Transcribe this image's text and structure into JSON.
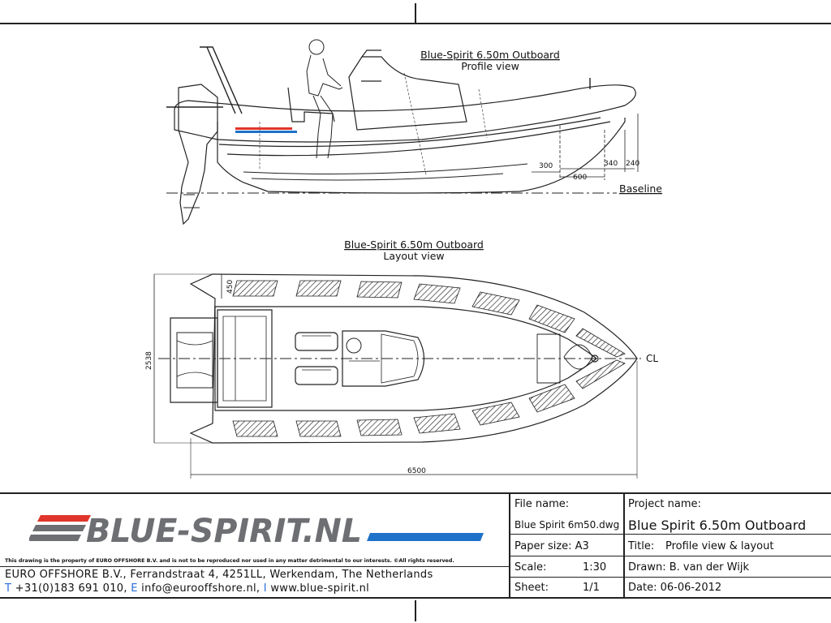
{
  "profile": {
    "title": "Blue-Spirit 6.50m Outboard",
    "subtitle": "Profile view",
    "baseline_label": "Baseline",
    "dims": [
      "300",
      "600",
      "340",
      "240"
    ]
  },
  "layout": {
    "title": "Blue-Spirit 6.50m Outboard",
    "subtitle": "Layout view",
    "cl_label": "CL",
    "dim_width": "2538",
    "dim_length": "6500",
    "dim_tube": "450"
  },
  "titleblock": {
    "logo_text": "BLUE-SPIRIT.NL",
    "disclaimer": "This drawing is the property of EURO OFFSHORE B.V. and is not to be reproduced nor used in any matter detrimental to our interests. ©All rights reserved.",
    "company": "EURO OFFSHORE B.V., Ferrandstraat 4, 4251LL, Werkendam, The Netherlands",
    "contact_t": "T",
    "contact_phone": " +31(0)183 691 010, ",
    "contact_e": "E",
    "contact_email": " info@eurooffshore.nl, ",
    "contact_i": "I",
    "contact_web": " www.blue-spirit.nl",
    "file_name_label": "File name:",
    "file_name_value": "Blue Spirit 6m50.dwg",
    "paper_size": "Paper size: A3",
    "scale_label": "Scale:",
    "scale_value": "1:30",
    "sheet_label": "Sheet:",
    "sheet_value": "1/1",
    "project_label": "Project name:",
    "project_value": "Blue Spirit 6.50m Outboard",
    "title_label": "Title:",
    "title_value": "Profile view & layout",
    "drawn": "Drawn: B. van der Wijk",
    "date": "Date:  06-06-2012"
  },
  "colors": {
    "logo_red": "#e0352b",
    "logo_blue": "#1f72c9",
    "line": "#222222"
  }
}
